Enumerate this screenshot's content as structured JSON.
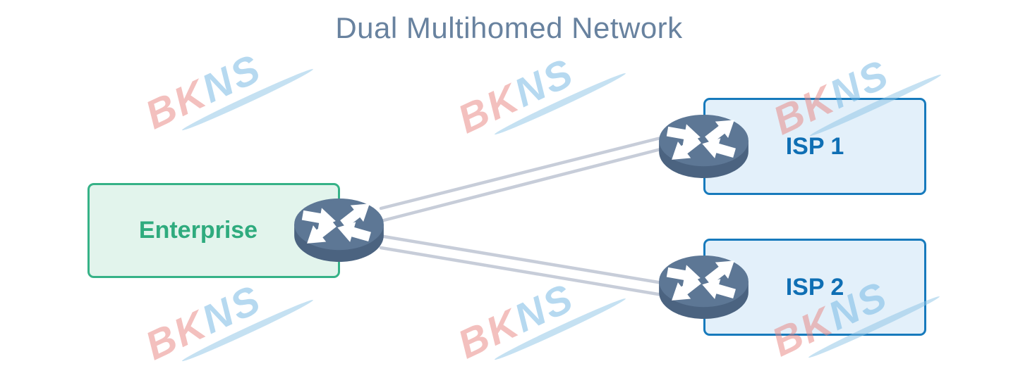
{
  "title": "Dual Multihomed Network",
  "nodes": {
    "enterprise": {
      "label": "Enterprise"
    },
    "isp1": {
      "label": "ISP 1"
    },
    "isp2": {
      "label": "ISP 2"
    }
  },
  "diagram": {
    "type": "network-topology",
    "description": "Enterprise router dual-multihomed to two ISPs",
    "node_list": [
      {
        "id": "enterprise",
        "label": "Enterprise",
        "kind": "enterprise-site",
        "accent": "#36b287",
        "fill": "#e2f4ec",
        "text_color": "#2fab7e"
      },
      {
        "id": "isp1",
        "label": "ISP 1",
        "kind": "provider",
        "accent": "#177abc",
        "fill": "#e3f0fa",
        "text_color": "#0f6fb4"
      },
      {
        "id": "isp2",
        "label": "ISP 2",
        "kind": "provider",
        "accent": "#177abc",
        "fill": "#e3f0fa",
        "text_color": "#0f6fb4"
      }
    ],
    "links": [
      {
        "from": "enterprise-router",
        "to": "isp1-router",
        "parallel_lines": 2
      },
      {
        "from": "enterprise-router",
        "to": "isp2-router",
        "parallel_lines": 2
      }
    ],
    "router_icons": 3
  },
  "watermark": {
    "part1": "BK",
    "part2": "NS",
    "instances": 6,
    "part1_color": "#e8837f",
    "part2_color": "#6fb5e3"
  },
  "colors": {
    "title_text": "#68829f",
    "link_line": "#c7cdd9",
    "router_top": "#5d7795",
    "router_side": "#4b6380",
    "background": "#ffffff"
  }
}
